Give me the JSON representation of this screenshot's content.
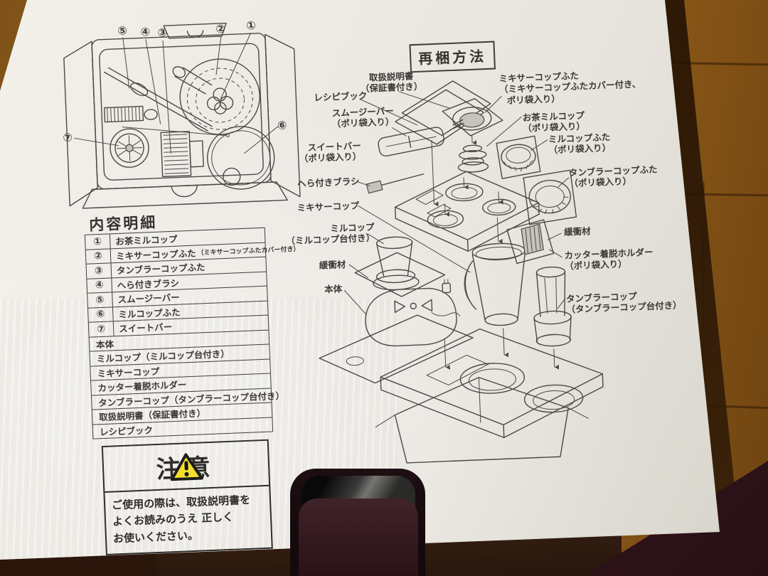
{
  "scene": {
    "description": "Top of a white appliance carton (blender/mixer) lying on a wooden floor, printed with a contents list and repacking diagram in Japanese"
  },
  "colors": {
    "box_surface": "#ece9e3",
    "print_ink": "#3c3b38",
    "wood_floor": "#9a651f",
    "front_panel_maroon": "#33191f",
    "kraft_edge": "#97754a",
    "warning_yellow": "#f2df2e"
  },
  "contents_diagram": {
    "callouts": [
      "⑤",
      "④",
      "③",
      "②",
      "①",
      "⑦",
      "⑥"
    ]
  },
  "contents_list": {
    "title": "内容明細",
    "numbered_rows": [
      {
        "num": "①",
        "label": "お茶ミルコップ",
        "note": ""
      },
      {
        "num": "②",
        "label": "ミキサーコップふた",
        "note": "（ミキサーコップふたカバー付き）"
      },
      {
        "num": "③",
        "label": "タンブラーコップふた",
        "note": ""
      },
      {
        "num": "④",
        "label": "へら付きブラシ",
        "note": ""
      },
      {
        "num": "⑤",
        "label": "スムージーバー",
        "note": ""
      },
      {
        "num": "⑥",
        "label": "ミルコップふた",
        "note": ""
      },
      {
        "num": "⑦",
        "label": "スイートバー",
        "note": ""
      }
    ],
    "plain_rows": [
      {
        "label": "本体"
      },
      {
        "label": "ミルコップ（ミルコップ台付き）"
      },
      {
        "label": "ミキサーコップ"
      },
      {
        "label": "カッター着脱ホルダー"
      },
      {
        "label": "タンブラーコップ（タンブラーコップ台付き）"
      },
      {
        "label": "取扱説明書（保証書付き）"
      },
      {
        "label": "レシピブック"
      }
    ]
  },
  "caution": {
    "title": "注意",
    "lines": [
      "ご使用の際は、取扱説明書を",
      "よくお読みのうえ 正しく",
      "お使いください。"
    ]
  },
  "repack": {
    "title": "再梱方法",
    "labels": {
      "manual": {
        "lines": [
          "取扱説明書",
          "（保証書付き）"
        ]
      },
      "recipe": {
        "lines": [
          "レシピブック"
        ]
      },
      "smoothie_bar": {
        "lines": [
          "スムージーバー",
          "（ポリ袋入り）"
        ]
      },
      "mixer_lid": {
        "lines": [
          "ミキサーコップふた",
          "（ミキサーコップふたカバー付き、",
          "ポリ袋入り）"
        ]
      },
      "tea_mill_cup": {
        "lines": [
          "お茶ミルコップ",
          "（ポリ袋入り）"
        ]
      },
      "mill_lid": {
        "lines": [
          "ミルコップふた",
          "（ポリ袋入り）"
        ]
      },
      "sweet_bar": {
        "lines": [
          "スイートバー",
          "（ポリ袋入り）"
        ]
      },
      "spatula_brush": {
        "lines": [
          "へら付きブラシ"
        ]
      },
      "mixer_cup": {
        "lines": [
          "ミキサーコップ"
        ]
      },
      "tumbler_lid": {
        "lines": [
          "タンブラーコップふた",
          "（ポリ袋入り）"
        ]
      },
      "mill_cup": {
        "lines": [
          "ミルコップ",
          "（ミルコップ台付き）"
        ]
      },
      "cushion_right": {
        "lines": [
          "緩衝材"
        ]
      },
      "cutter_holder": {
        "lines": [
          "カッター着脱ホルダー",
          "（ポリ袋入り）"
        ]
      },
      "cushion_left": {
        "lines": [
          "緩衝材"
        ]
      },
      "main_body": {
        "lines": [
          "本体"
        ]
      },
      "tumbler_cup": {
        "lines": [
          "タンブラーコップ",
          "（タンブラーコップ台付き）"
        ]
      }
    }
  }
}
